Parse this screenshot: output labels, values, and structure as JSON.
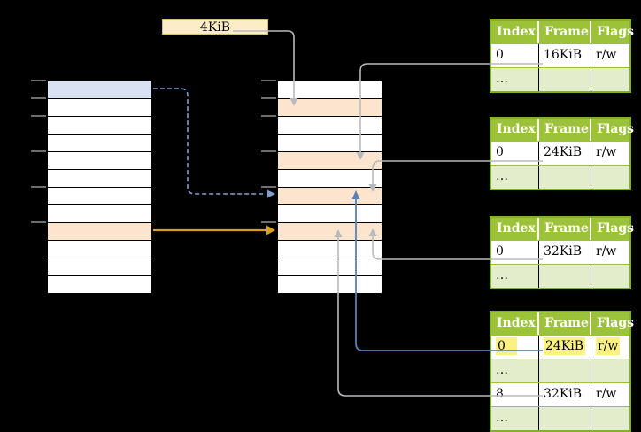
{
  "title_box": {
    "label": "4KiB"
  },
  "virtual_memory": {
    "rows": 12,
    "blue_row_index": 0,
    "orange_row_index": 8,
    "tick_row_tops": [
      0,
      1,
      2,
      4,
      6,
      8
    ]
  },
  "physical_memory": {
    "rows": 12,
    "orange_row_indexes": [
      1,
      4,
      6,
      8
    ],
    "tick_row_tops": [
      0,
      1,
      2,
      4,
      6,
      8
    ]
  },
  "page_tables": [
    {
      "name": "page-table-16kib",
      "headers": [
        "Index",
        "Frame",
        "Flags"
      ],
      "rows": [
        {
          "index": "0",
          "frame": "16KiB",
          "flags": "r/w",
          "highlighted": false
        },
        {
          "index": "…",
          "frame": "",
          "flags": "",
          "highlighted": false
        }
      ]
    },
    {
      "name": "page-table-24kib",
      "headers": [
        "Index",
        "Frame",
        "Flags"
      ],
      "rows": [
        {
          "index": "0",
          "frame": "24KiB",
          "flags": "r/w",
          "highlighted": false
        },
        {
          "index": "…",
          "frame": "",
          "flags": "",
          "highlighted": false
        }
      ]
    },
    {
      "name": "page-table-32kib",
      "headers": [
        "Index",
        "Frame",
        "Flags"
      ],
      "rows": [
        {
          "index": "0",
          "frame": "32KiB",
          "flags": "r/w",
          "highlighted": false
        },
        {
          "index": "…",
          "frame": "",
          "flags": "",
          "highlighted": false
        }
      ]
    },
    {
      "name": "page-table-level2",
      "headers": [
        "Index",
        "Frame",
        "Flags"
      ],
      "rows": [
        {
          "index": "0",
          "frame": "24KiB",
          "flags": "r/w",
          "highlighted": true
        },
        {
          "index": "…",
          "frame": "",
          "flags": "",
          "highlighted": false
        },
        {
          "index": "8",
          "frame": "32KiB",
          "flags": "r/w",
          "highlighted": false
        },
        {
          "index": "…",
          "frame": "",
          "flags": "",
          "highlighted": false
        }
      ]
    }
  ],
  "colors": {
    "header_green": "#9cc23a",
    "border_green": "#85b02a",
    "row_green": "#e3edcc",
    "orange_row": "#fce5ce",
    "blue_row": "#d8e2f3",
    "tan_box": "#fcedc5",
    "highlight_yellow": "#faf083",
    "arrow_gray": "#b9babf",
    "arrow_blue": "#5b7fb9",
    "arrow_blue_dashed": "#7f9fd1",
    "arrow_orange": "#d99e1e"
  }
}
